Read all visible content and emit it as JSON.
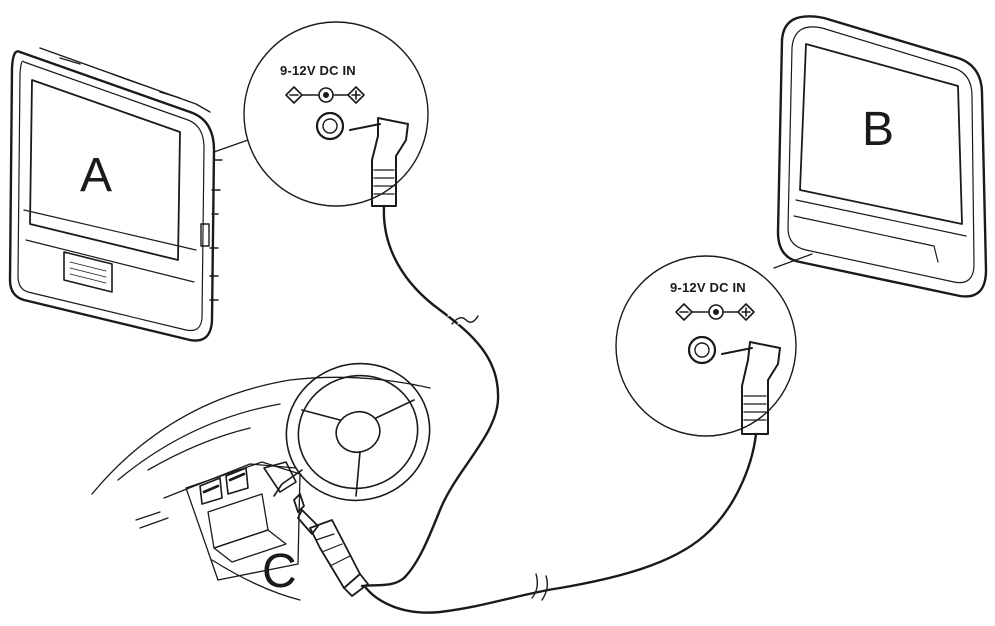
{
  "diagram": {
    "labels": {
      "device_a": "A",
      "device_b": "B",
      "car_adapter": "C"
    },
    "callouts": [
      {
        "id": "a",
        "spec": "9-12V DC IN"
      },
      {
        "id": "b",
        "spec": "9-12V DC IN"
      }
    ],
    "colors": {
      "line": "#1a1a1a",
      "background": "#ffffff",
      "panel_fill": "#f4f4f4"
    },
    "icons": [
      "polarity-icon",
      "dc-plug-icon",
      "dc-jack-icon",
      "steering-wheel-icon",
      "car-lighter-plug-icon"
    ]
  }
}
